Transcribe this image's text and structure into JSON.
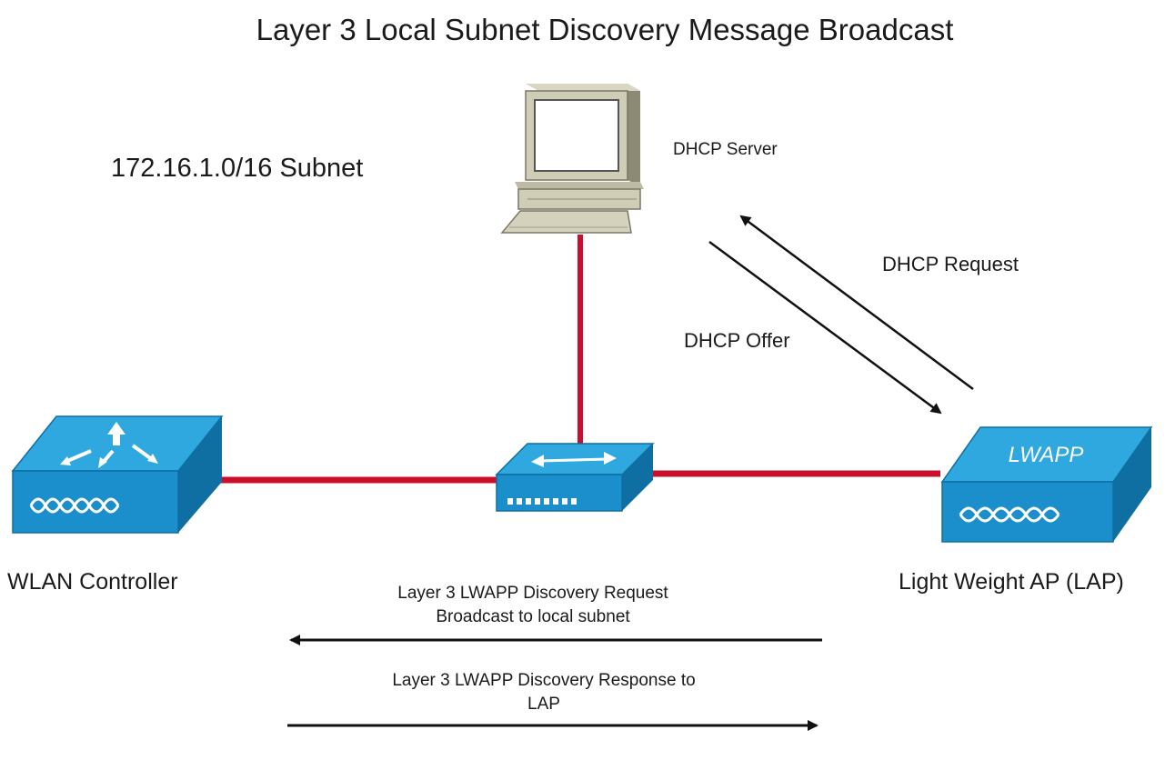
{
  "title": "Layer 3 Local Subnet Discovery Message Broadcast",
  "subnet_label": "172.16.1.0/16 Subnet",
  "nodes": {
    "dhcp_server": {
      "label": "DHCP Server",
      "icon": "desktop-computer-icon"
    },
    "wlan_controller": {
      "label": "WLAN Controller",
      "icon": "wireless-lan-controller-icon"
    },
    "switch": {
      "label": "",
      "icon": "network-switch-icon"
    },
    "lap": {
      "label": "Light Weight AP (LAP)",
      "badge": "LWAPP",
      "icon": "lightweight-access-point-icon"
    }
  },
  "messages": {
    "dhcp_request": "DHCP Request",
    "dhcp_offer": "DHCP Offer",
    "discovery_request": [
      "Layer 3 LWAPP Discovery Request",
      "Broadcast to local subnet"
    ],
    "discovery_response": [
      "Layer 3 LWAPP Discovery Response to",
      "LAP"
    ]
  },
  "colors": {
    "link": "#c8102e",
    "device_top": "#2fa8e0",
    "device_front": "#1b8fcc",
    "device_side": "#0f6fa3",
    "arrow": "#111111"
  }
}
